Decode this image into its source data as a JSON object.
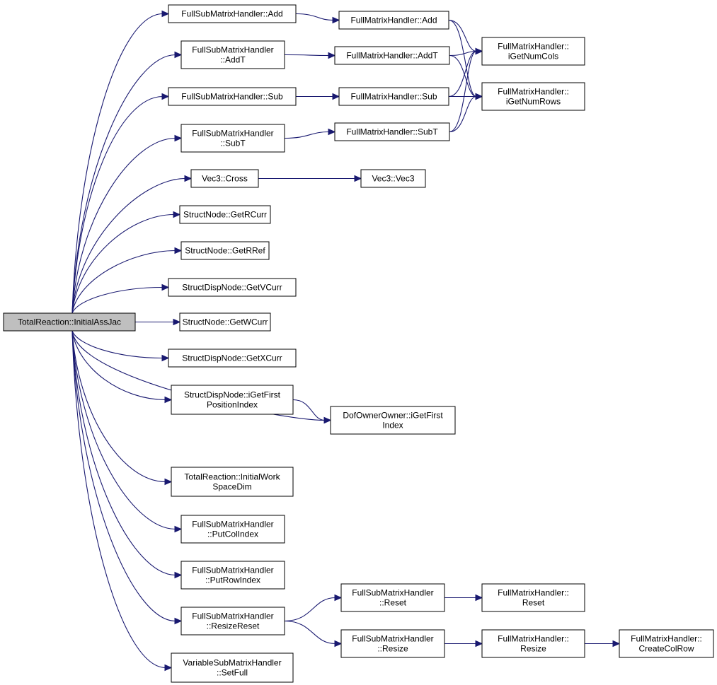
{
  "diagram": {
    "root": "TotalReaction::InitialAssJac",
    "nodes": [
      {
        "id": "root",
        "lines": [
          "TotalReaction::InitialAssJac"
        ]
      },
      {
        "id": "fsm_add",
        "lines": [
          "FullSubMatrixHandler::Add"
        ]
      },
      {
        "id": "fsm_addt",
        "lines": [
          "FullSubMatrixHandler",
          "::AddT"
        ]
      },
      {
        "id": "fsm_sub",
        "lines": [
          "FullSubMatrixHandler::Sub"
        ]
      },
      {
        "id": "fsm_subt",
        "lines": [
          "FullSubMatrixHandler",
          "::SubT"
        ]
      },
      {
        "id": "vec3_cross",
        "lines": [
          "Vec3::Cross"
        ]
      },
      {
        "id": "sn_getrcurr",
        "lines": [
          "StructNode::GetRCurr"
        ]
      },
      {
        "id": "sn_getrref",
        "lines": [
          "StructNode::GetRRef"
        ]
      },
      {
        "id": "sdn_getvcurr",
        "lines": [
          "StructDispNode::GetVCurr"
        ]
      },
      {
        "id": "sn_getwcurr",
        "lines": [
          "StructNode::GetWCurr"
        ]
      },
      {
        "id": "sdn_getxcurr",
        "lines": [
          "StructDispNode::GetXCurr"
        ]
      },
      {
        "id": "sdn_igetfirst",
        "lines": [
          "StructDispNode::iGetFirst",
          "PositionIndex"
        ]
      },
      {
        "id": "tr_initwork",
        "lines": [
          "TotalReaction::InitialWork",
          "SpaceDim"
        ]
      },
      {
        "id": "fsm_putcol",
        "lines": [
          "FullSubMatrixHandler",
          "::PutColIndex"
        ]
      },
      {
        "id": "fsm_putrow",
        "lines": [
          "FullSubMatrixHandler",
          "::PutRowIndex"
        ]
      },
      {
        "id": "fsm_resizereset",
        "lines": [
          "FullSubMatrixHandler",
          "::ResizeReset"
        ]
      },
      {
        "id": "vsm_setfull",
        "lines": [
          "VariableSubMatrixHandler",
          "::SetFull"
        ]
      },
      {
        "id": "fm_add",
        "lines": [
          "FullMatrixHandler::Add"
        ]
      },
      {
        "id": "fm_addt",
        "lines": [
          "FullMatrixHandler::AddT"
        ]
      },
      {
        "id": "fm_sub",
        "lines": [
          "FullMatrixHandler::Sub"
        ]
      },
      {
        "id": "fm_subt",
        "lines": [
          "FullMatrixHandler::SubT"
        ]
      },
      {
        "id": "vec3_vec3",
        "lines": [
          "Vec3::Vec3"
        ]
      },
      {
        "id": "doo_igetfirst",
        "lines": [
          "DofOwnerOwner::iGetFirst",
          "Index"
        ]
      },
      {
        "id": "fsm_reset",
        "lines": [
          "FullSubMatrixHandler",
          "::Reset"
        ]
      },
      {
        "id": "fsm_resize",
        "lines": [
          "FullSubMatrixHandler",
          "::Resize"
        ]
      },
      {
        "id": "fm_igetnumcols",
        "lines": [
          "FullMatrixHandler::",
          "iGetNumCols"
        ]
      },
      {
        "id": "fm_igetnumrows",
        "lines": [
          "FullMatrixHandler::",
          "iGetNumRows"
        ]
      },
      {
        "id": "fm_reset",
        "lines": [
          "FullMatrixHandler::",
          "Reset"
        ]
      },
      {
        "id": "fm_resize",
        "lines": [
          "FullMatrixHandler::",
          "Resize"
        ]
      },
      {
        "id": "fm_createcolrow",
        "lines": [
          "FullMatrixHandler::",
          "CreateColRow"
        ]
      }
    ],
    "edges": [
      [
        "root",
        "fsm_add"
      ],
      [
        "root",
        "fsm_addt"
      ],
      [
        "root",
        "fsm_sub"
      ],
      [
        "root",
        "fsm_subt"
      ],
      [
        "root",
        "vec3_cross"
      ],
      [
        "root",
        "sn_getrcurr"
      ],
      [
        "root",
        "sn_getrref"
      ],
      [
        "root",
        "sdn_getvcurr"
      ],
      [
        "root",
        "sn_getwcurr"
      ],
      [
        "root",
        "sdn_getxcurr"
      ],
      [
        "root",
        "sdn_igetfirst"
      ],
      [
        "root",
        "doo_igetfirst"
      ],
      [
        "root",
        "tr_initwork"
      ],
      [
        "root",
        "fsm_putcol"
      ],
      [
        "root",
        "fsm_putrow"
      ],
      [
        "root",
        "fsm_resizereset"
      ],
      [
        "root",
        "vsm_setfull"
      ],
      [
        "fsm_add",
        "fm_add"
      ],
      [
        "fsm_addt",
        "fm_addt"
      ],
      [
        "fsm_sub",
        "fm_sub"
      ],
      [
        "fsm_subt",
        "fm_subt"
      ],
      [
        "vec3_cross",
        "vec3_vec3"
      ],
      [
        "sdn_igetfirst",
        "doo_igetfirst"
      ],
      [
        "fsm_resizereset",
        "fsm_reset"
      ],
      [
        "fsm_resizereset",
        "fsm_resize"
      ],
      [
        "fm_add",
        "fm_igetnumcols"
      ],
      [
        "fm_add",
        "fm_igetnumrows"
      ],
      [
        "fm_addt",
        "fm_igetnumcols"
      ],
      [
        "fm_addt",
        "fm_igetnumrows"
      ],
      [
        "fm_sub",
        "fm_igetnumcols"
      ],
      [
        "fm_sub",
        "fm_igetnumrows"
      ],
      [
        "fm_subt",
        "fm_igetnumcols"
      ],
      [
        "fm_subt",
        "fm_igetnumrows"
      ],
      [
        "fsm_reset",
        "fm_reset"
      ],
      [
        "fsm_resize",
        "fm_resize"
      ],
      [
        "fm_resize",
        "fm_createcolrow"
      ]
    ],
    "colors": {
      "edge": "#191970",
      "root_fill": "#bfbfbf",
      "node_fill": "#ffffff",
      "node_border": "#000000"
    }
  }
}
